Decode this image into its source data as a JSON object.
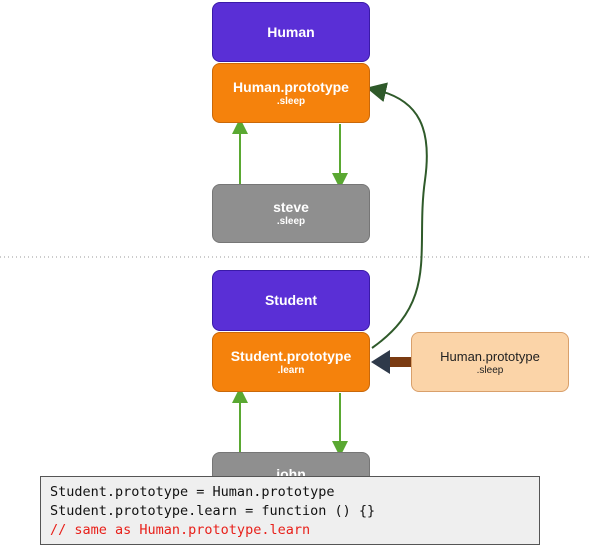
{
  "nodes": {
    "human": {
      "title": "Human",
      "sub": ""
    },
    "human_prototype": {
      "title": "Human.prototype",
      "sub": ".sleep"
    },
    "steve": {
      "title": "steve",
      "sub": ".sleep"
    },
    "student": {
      "title": "Student",
      "sub": ""
    },
    "student_prototype": {
      "title": "Student.prototype",
      "sub": ".learn"
    },
    "human_prototype_side": {
      "title": "Human.prototype",
      "sub": ".sleep"
    },
    "john": {
      "title": "john"
    }
  },
  "code": {
    "line1": "Student.prototype = Human.prototype",
    "line2": "Student.prototype.learn = function () {}",
    "line3": "// same as Human.prototype.learn"
  },
  "colors": {
    "purple": "#5a2fd6",
    "orange": "#f5820c",
    "gray": "#8f8f8f",
    "peach": "#fbd4a8",
    "green_arrow": "#5aa832",
    "dark_green_arrow": "#2f5a2a",
    "brown_arrow": "#7a3b12",
    "comment_red": "#e8201a"
  }
}
